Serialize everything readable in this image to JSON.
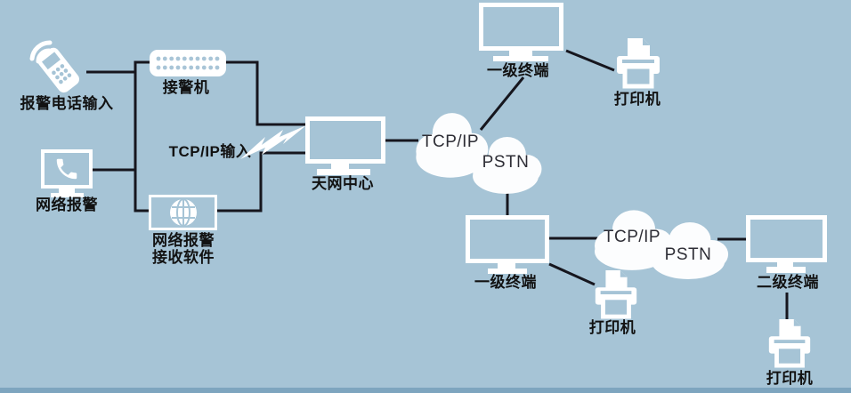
{
  "diagram": {
    "background_color": "#a6c4d6",
    "bottom_bar_color": "#7ea5bf",
    "line_color": "#16161e",
    "icon_color": "#ffffff",
    "label_color": "#121212",
    "labels": {
      "alarm_phone_input": "报警电话输入",
      "network_alarm": "网络报警",
      "alarm_receiver": "接警机",
      "software_line1": "网络报警",
      "software_line2": "接收软件",
      "tcpip_input": "TCP/IP输入",
      "skynet_center": "天网中心",
      "cloud_tcpip": "TCP/IP",
      "cloud_pstn": "PSTN",
      "level1_terminal": "一级终端",
      "level2_terminal": "二级终端",
      "printer": "打印机"
    }
  }
}
